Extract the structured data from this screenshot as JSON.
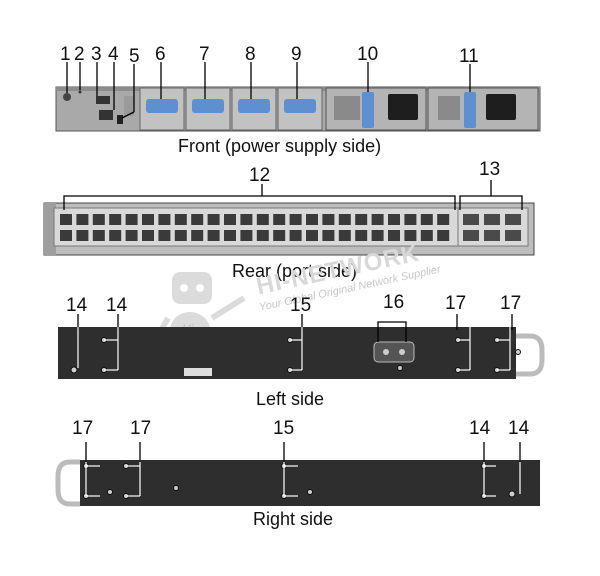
{
  "front": {
    "caption": "Front (power supply side)",
    "callouts": [
      "1",
      "2",
      "3",
      "4",
      "5",
      "6",
      "7",
      "8",
      "9",
      "10",
      "11"
    ]
  },
  "rear": {
    "caption": "Rear (port side)",
    "callouts": [
      "12",
      "13"
    ]
  },
  "left": {
    "caption": "Left side",
    "callouts": [
      "14",
      "14",
      "15",
      "16",
      "17",
      "17"
    ]
  },
  "right": {
    "caption": "Right side",
    "callouts": [
      "17",
      "17",
      "15",
      "14",
      "14"
    ]
  },
  "watermark": {
    "brand": "HI-NETWORK",
    "tagline": "Your Global Original Network Supplier",
    "robot_badge": "Hi"
  },
  "colors": {
    "panel": "#a9a9a9",
    "chassis": "#2e2e2e",
    "fan_blue": "#5e8fd0",
    "leader": "#000000"
  }
}
